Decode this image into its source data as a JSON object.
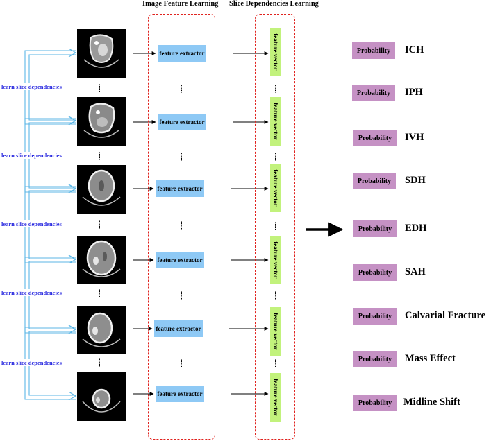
{
  "headers": {
    "image_feature_learning": "Image Feature Learning",
    "slice_dependencies_learning": "Slice Dependencies Learning"
  },
  "slices": [
    {
      "feature_extractor": "feature extractor",
      "feature_vector": "feature vector"
    },
    {
      "feature_extractor": "feature extractor",
      "feature_vector": "feature vector"
    },
    {
      "feature_extractor": "feature extractor",
      "feature_vector": "feature vector"
    },
    {
      "feature_extractor": "feature extractor",
      "feature_vector": "feature vector"
    },
    {
      "feature_extractor": "feature extractor",
      "feature_vector": "feature vector"
    },
    {
      "feature_extractor": "feature extractor",
      "feature_vector": "feature vector"
    }
  ],
  "slice_links": [
    "learn slice dependencies",
    "learn slice dependencies",
    "learn slice dependencies",
    "learn slice dependencies",
    "learn slice dependencies"
  ],
  "outputs": [
    {
      "prob": "Probability",
      "label": "ICH"
    },
    {
      "prob": "Probability",
      "label": "IPH"
    },
    {
      "prob": "Probability",
      "label": "IVH"
    },
    {
      "prob": "Probability",
      "label": "SDH"
    },
    {
      "prob": "Probability",
      "label": "EDH"
    },
    {
      "prob": "Probability",
      "label": "SAH"
    },
    {
      "prob": "Probability",
      "label": "Calvarial Fracture"
    },
    {
      "prob": "Probability",
      "label": "Mass Effect"
    },
    {
      "prob": "Probability",
      "label": "Midline Shift"
    }
  ],
  "colors": {
    "feature_extractor_fill": "#8ec9f5",
    "feature_vector_fill": "#c2f27c",
    "probability_fill": "#c591c4",
    "dashed_border": "#e0221e",
    "link_color": "#2b2be0",
    "bracket_color": "#5bb6e6"
  }
}
